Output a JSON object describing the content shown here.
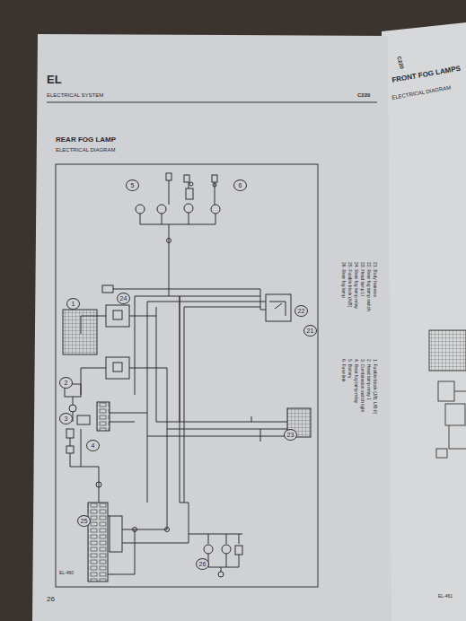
{
  "diagram": {
    "title": "REAR FOG LAMP",
    "labels": [
      "EL",
      "ELECTRICAL SYSTEM",
      "C220",
      "ELECTRICAL DIAGRAM",
      "EL-460",
      "26",
      "21. Body harness",
      "22. Rear fog lamp switch",
      "23. Head lamp LI",
      "24. Rear fog lamp relay",
      "25. Fusible block (A/B)",
      "26. Rear fog lamp",
      "1. Fusible block (J/B, L/B-II)",
      "2. Head lamp relay 1",
      "3. Combination switch light",
      "4. Rear fog lamp relay",
      "5. Battery",
      "6. Fuse link",
      "C220",
      "FRONT FOG LAMPS",
      "ELECTRICAL DIAGRAM",
      "EL-461",
      "21",
      "22",
      "23",
      "24",
      "25",
      "26",
      "1",
      "2",
      "3",
      "4",
      "5",
      "6"
    ]
  }
}
